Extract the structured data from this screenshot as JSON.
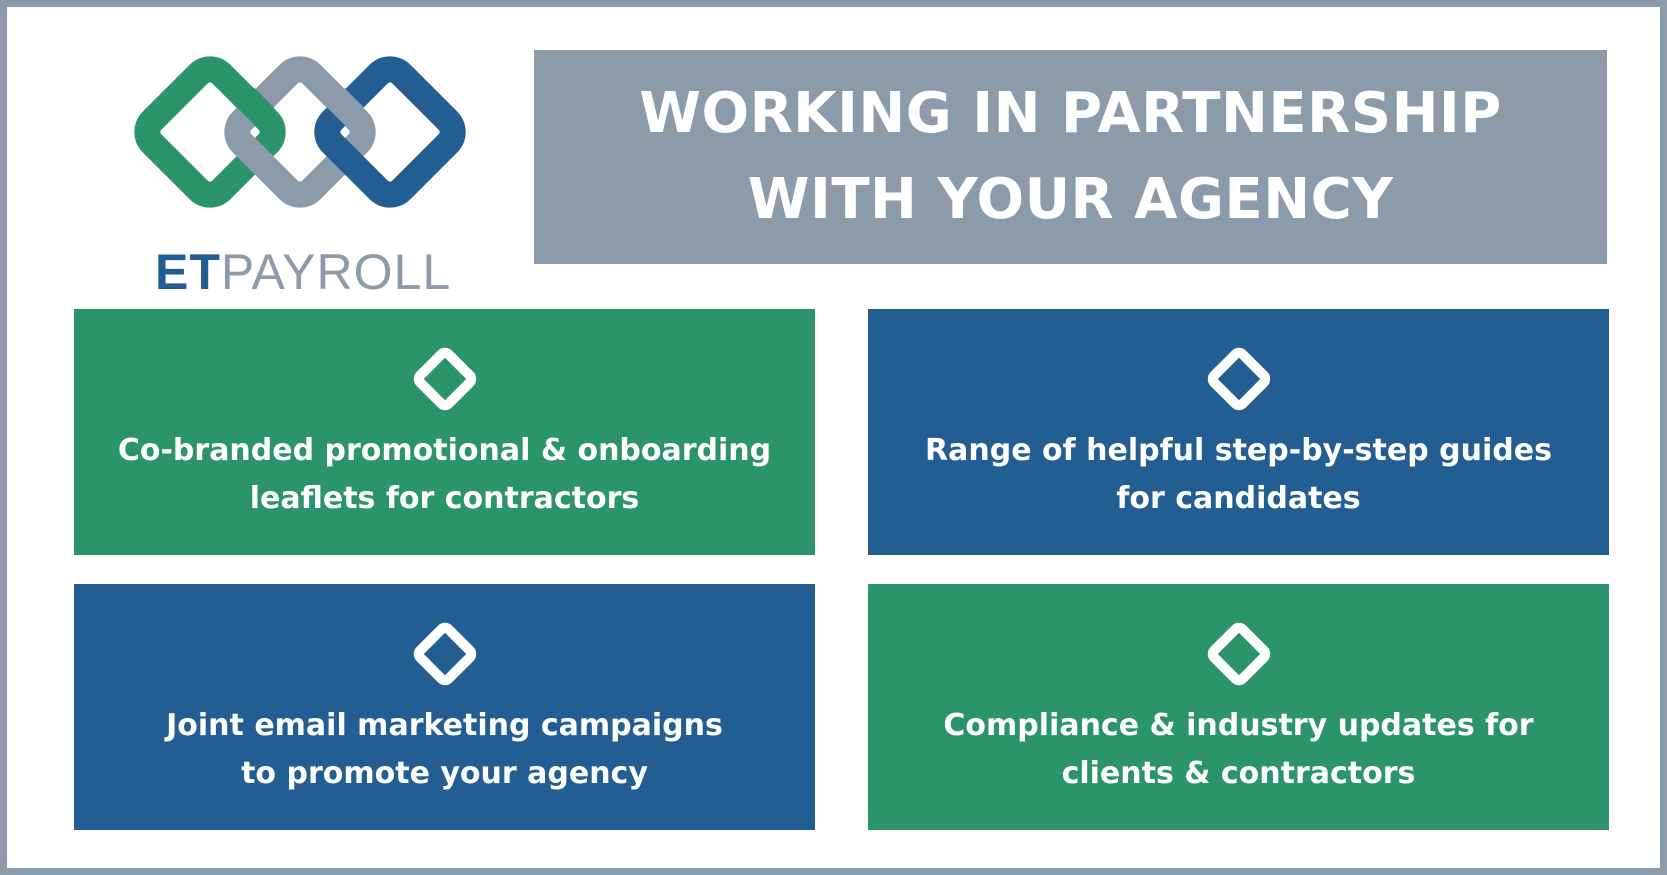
{
  "brand": {
    "logo_prefix": "ET",
    "logo_suffix": "PAYROLL",
    "colors": {
      "green": "#2b946c",
      "grey": "#8b9baa",
      "blue": "#235e93"
    }
  },
  "header": {
    "title_line_1": "WORKING IN PARTNERSHIP",
    "title_line_2": "WITH YOUR AGENCY"
  },
  "cards": [
    {
      "icon": "diamond-icon",
      "color": "#2b946c",
      "line_1": "Co-branded promotional & onboarding",
      "line_2": "leaflets for contractors"
    },
    {
      "icon": "diamond-icon",
      "color": "#235e93",
      "line_1": "Range of helpful step-by-step guides",
      "line_2": "for candidates"
    },
    {
      "icon": "diamond-icon",
      "color": "#235e93",
      "line_1": "Joint email marketing campaigns",
      "line_2": "to promote your agency"
    },
    {
      "icon": "diamond-icon",
      "color": "#2b946c",
      "line_1": "Compliance & industry updates for",
      "line_2": "clients & contractors"
    }
  ]
}
